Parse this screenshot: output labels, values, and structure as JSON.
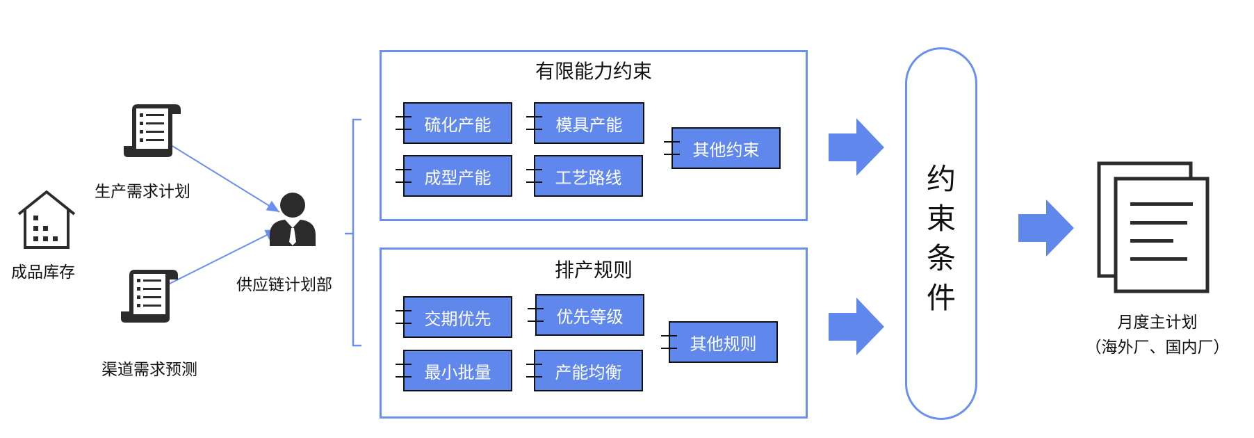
{
  "left": {
    "inventory_label": "成品库存",
    "production_demand_label": "生产需求计划",
    "channel_demand_label": "渠道需求预测",
    "department_label": "供应链计划部"
  },
  "capacity_group": {
    "title": "有限能力约束",
    "items": [
      "硫化产能",
      "模具产能",
      "成型产能",
      "工艺路线",
      "其他约束"
    ]
  },
  "scheduling_group": {
    "title": "排产规则",
    "items": [
      "交期优先",
      "优先等级",
      "最小批量",
      "产能均衡",
      "其他规则"
    ]
  },
  "constraint": {
    "chars": [
      "约",
      "束",
      "条",
      "件"
    ]
  },
  "output": {
    "line1": "月度主计划",
    "line2": "（海外厂、国内厂）"
  },
  "colors": {
    "accent": "#5f87ec",
    "border": "#6b8ff0",
    "icon": "#2b2b2b"
  }
}
